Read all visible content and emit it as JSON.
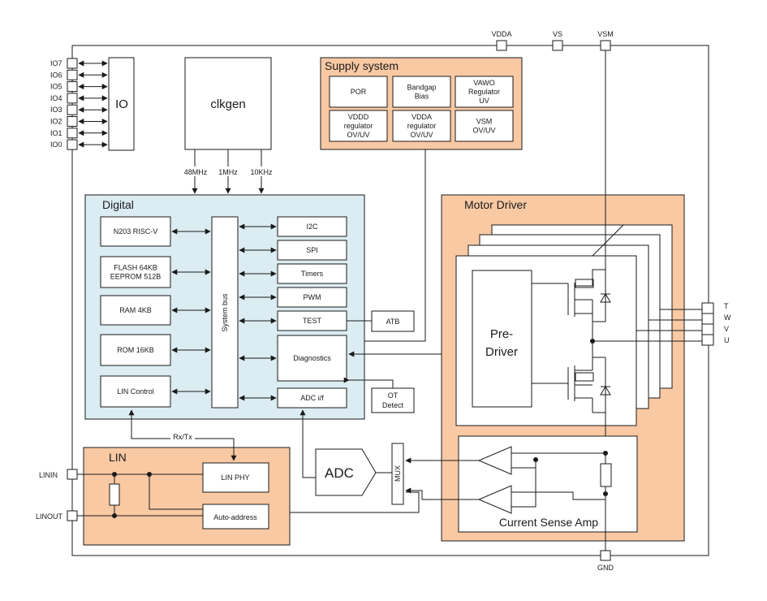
{
  "colors": {
    "digital_bg": "#dbecf2",
    "analog_bg": "#f9c9a4",
    "line": "#1a1a1a"
  },
  "io": {
    "title": "IO",
    "pins": [
      "IO7",
      "IO6",
      "IO5",
      "IO4",
      "IO3",
      "IO2",
      "IO1",
      "IO0"
    ]
  },
  "clkgen": {
    "title": "clkgen",
    "outputs": [
      "48MHz",
      "1MHz",
      "10KHz"
    ]
  },
  "supply": {
    "title": "Supply system",
    "blocks": [
      [
        "POR"
      ],
      [
        "Bandgap",
        "Bias"
      ],
      [
        "VAWO",
        "Regulator",
        "UV"
      ],
      [
        "VDDD",
        "regulator",
        "OV/UV"
      ],
      [
        "VDDA",
        "regulator",
        "OV/UV"
      ],
      [
        "VSM",
        "OV/UV"
      ]
    ]
  },
  "top_pins": [
    "VDDA",
    "VS",
    "VSM"
  ],
  "digital": {
    "title": "Digital",
    "left_blocks": [
      [
        "N203 RISC-V"
      ],
      [
        "FLASH 64KB",
        "EEPROM 512B"
      ],
      [
        "RAM 4KB"
      ],
      [
        "ROM 16KB"
      ],
      [
        "LIN Control"
      ]
    ],
    "bus_label": "System bus",
    "right_blocks": [
      "I2C",
      "SPI",
      "Timers",
      "PWM",
      "TEST",
      "Diagnostics",
      "ADC i/f"
    ]
  },
  "atb": "ATB",
  "ot_detect": [
    "OT",
    "Detect"
  ],
  "motor": {
    "title": "Motor Driver",
    "predriver": [
      "Pre-",
      "Driver"
    ],
    "phase_pins": [
      "T",
      "W",
      "V",
      "U"
    ]
  },
  "current_sense": {
    "title": "Current Sense Amp"
  },
  "adc": {
    "label": "ADC"
  },
  "mux": {
    "label": "MUX"
  },
  "lin": {
    "title": "LIN",
    "rxtx": "Rx/Tx",
    "linphy": "LIN PHY",
    "auto_address": "Auto-address",
    "pins": [
      "LININ",
      "LINOUT"
    ]
  },
  "gnd": "GND"
}
